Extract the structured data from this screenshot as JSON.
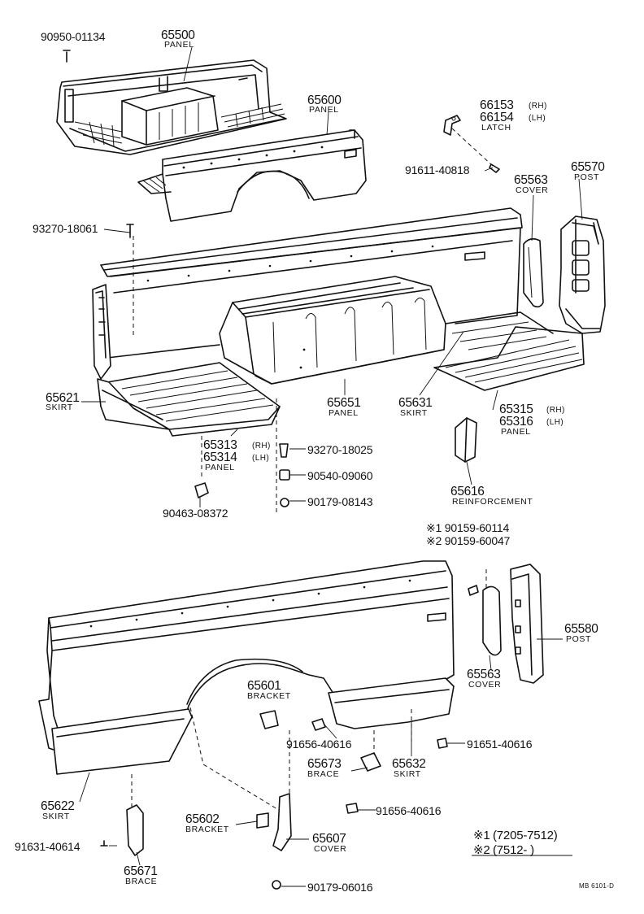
{
  "parts": [
    {
      "id": "p1",
      "number": "90950-01134"
    },
    {
      "id": "p2",
      "number": "65500",
      "name": "PANEL"
    },
    {
      "id": "p3",
      "number": "65600",
      "name": "PANEL"
    },
    {
      "id": "p4",
      "number": "66153",
      "side": "(RH)",
      "number2": "66154",
      "side2": "(LH)",
      "name": "LATCH"
    },
    {
      "id": "p5",
      "number": "91611-40818"
    },
    {
      "id": "p6",
      "number": "65563",
      "name": "COVER"
    },
    {
      "id": "p7",
      "number": "65570",
      "name": "POST"
    },
    {
      "id": "p8",
      "number": "93270-18061"
    },
    {
      "id": "p9",
      "number": "65621",
      "name": "SKIRT"
    },
    {
      "id": "p10",
      "number": "65651",
      "name": "PANEL"
    },
    {
      "id": "p11",
      "number": "65631",
      "name": "SKIRT"
    },
    {
      "id": "p12",
      "number": "65315",
      "side": "(RH)",
      "number2": "65316",
      "side2": "(LH)",
      "name": "PANEL"
    },
    {
      "id": "p13",
      "number": "65313",
      "side": "(RH)",
      "number2": "65314",
      "side2": "(LH)",
      "name": "PANEL"
    },
    {
      "id": "p14",
      "number": "93270-18025"
    },
    {
      "id": "p15",
      "number": "90540-09060"
    },
    {
      "id": "p16",
      "number": "90179-08143"
    },
    {
      "id": "p17",
      "number": "90463-08372"
    },
    {
      "id": "p18",
      "number": "65616",
      "name": "REINFORCEMENT"
    },
    {
      "id": "p19",
      "number": "※1 90159-60114"
    },
    {
      "id": "p20",
      "number": "※2 90159-60047"
    },
    {
      "id": "p21",
      "number": "65580",
      "name": "POST"
    },
    {
      "id": "p22",
      "number": "65563",
      "name": "COVER"
    },
    {
      "id": "p23",
      "number": "65601",
      "name": "BRACKET"
    },
    {
      "id": "p24",
      "number": "91656-40616"
    },
    {
      "id": "p25",
      "number": "91651-40616"
    },
    {
      "id": "p26",
      "number": "65673",
      "name": "BRACE"
    },
    {
      "id": "p27",
      "number": "65632",
      "name": "SKIRT"
    },
    {
      "id": "p28",
      "number": "65622",
      "name": "SKIRT"
    },
    {
      "id": "p29",
      "number": "91656-40616"
    },
    {
      "id": "p30",
      "number": "65602",
      "name": "BRACKET"
    },
    {
      "id": "p31",
      "number": "65607",
      "name": "COVER"
    },
    {
      "id": "p32",
      "number": "91631-40614"
    },
    {
      "id": "p33",
      "number": "65671",
      "name": "BRACE"
    },
    {
      "id": "p34",
      "number": "90179-06016"
    }
  ],
  "legend": [
    {
      "mark": "※1",
      "range": "(7205-7512)"
    },
    {
      "mark": "※2",
      "range": "(7512-       )"
    }
  ],
  "drawing_ref": "MB 6101-D"
}
